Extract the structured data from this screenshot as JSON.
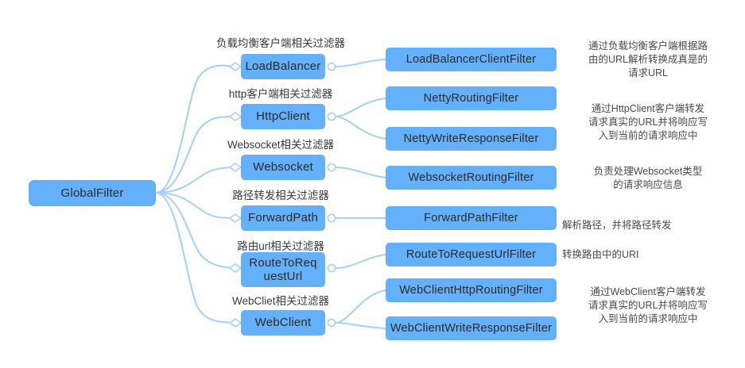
{
  "diagram": {
    "title": "GlobalFilter",
    "root": {
      "label": "GlobalFilter"
    },
    "branches": [
      {
        "caption": "负载均衡客户端相关过滤器",
        "node": "LoadBalancer",
        "filters": [
          "LoadBalancerClientFilter"
        ],
        "description": "通过负载均衡客户端根据路\n由的URL解析转换成真是的\n请求URL"
      },
      {
        "caption": "http客户端相关过滤器",
        "node": "HttpClient",
        "filters": [
          "NettyRoutingFilter",
          "NettyWriteResponseFilter"
        ],
        "description": "通过HttpClient客户端转发\n请求真实的URL并将响应写\n入到当前的请求响应中"
      },
      {
        "caption": "Websocket相关过滤器",
        "node": "Websocket",
        "filters": [
          "WebsocketRoutingFilter"
        ],
        "description": "负责处理Websocket类型\n的请求响应信息"
      },
      {
        "caption": "路径转发相关过滤器",
        "node": "ForwardPath",
        "filters": [
          "ForwardPathFilter"
        ],
        "description": "解析路径，并将路径转发"
      },
      {
        "caption": "路由url相关过滤器",
        "node": "RouteToRequestUrl",
        "filters": [
          "RouteToRequestUrlFilter"
        ],
        "description": "转换路由中的URI"
      },
      {
        "caption": "WebCliet相关过滤器",
        "node": "WebClient",
        "filters": [
          "WebClientHttpRoutingFilter",
          "WebClientWriteResponseFilter"
        ],
        "description": "通过WebClient客户端转发\n请求真实的URL并将响应写\n入到当前的请求响应中"
      }
    ],
    "colors": {
      "node_fill": "#64b0fa",
      "link_stroke": "#a8d1f5",
      "node_text": "#2b2b2b",
      "caption_text": "#3b3b3b",
      "description_text": "#4a4a4a",
      "background": "#ffffff"
    }
  }
}
